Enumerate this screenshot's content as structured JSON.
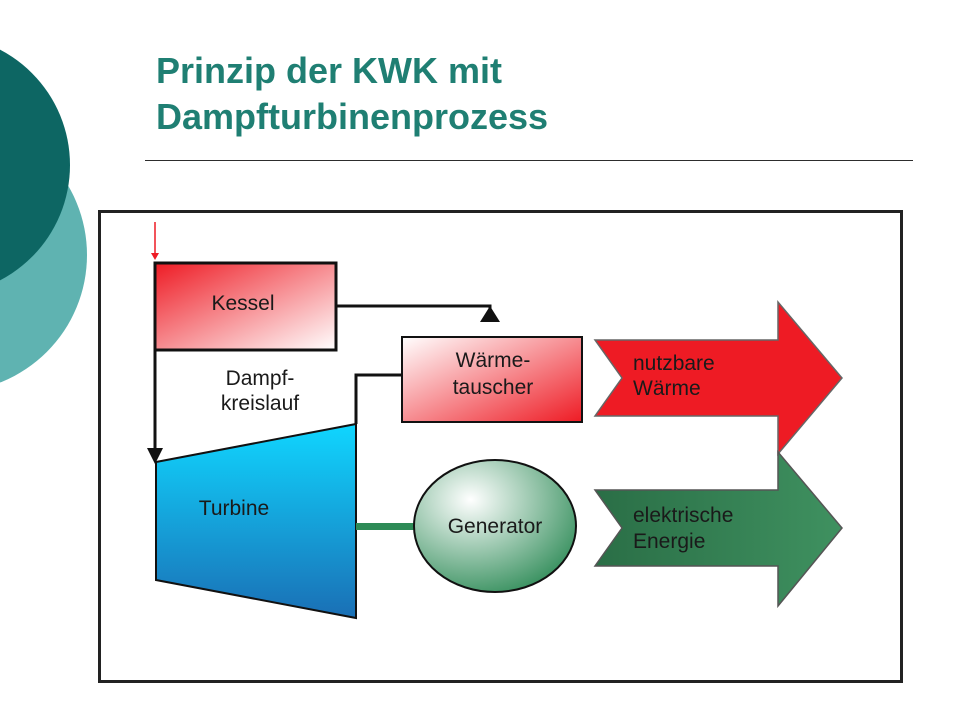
{
  "slide": {
    "title_line1": "Prinzip der KWK mit",
    "title_line2": "Dampfturbinenprozess"
  },
  "diagram": {
    "kessel": "Kessel",
    "waermetauscher_line1": "Wärme-",
    "waermetauscher_line2": "tauscher",
    "dampfkreislauf_line1": "Dampf-",
    "dampfkreislauf_line2": "kreislauf",
    "turbine": "Turbine",
    "generator": "Generator",
    "waerme_arrow_line1": "nutzbare",
    "waerme_arrow_line2": "Wärme",
    "energie_arrow_line1": "elektrische",
    "energie_arrow_line2": "Energie"
  },
  "colors": {
    "title": "#1f7f73",
    "circle_dark": "#0d6663",
    "circle_light": "#5fb3b1",
    "red": "#ee1b24",
    "turbine_blue": "#1aa7d6",
    "green_arrow": "#2e7d4f",
    "shaft_green": "#2e8b57"
  }
}
